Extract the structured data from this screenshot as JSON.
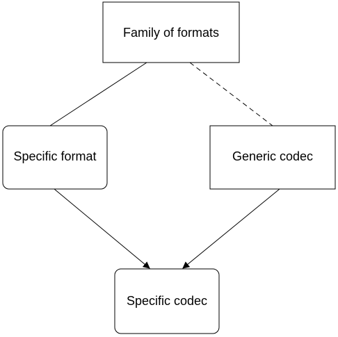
{
  "diagram": {
    "nodes": {
      "family_of_formats": "Family of formats",
      "specific_format": "Specific format",
      "generic_codec": "Generic codec",
      "specific_codec": "Specific codec"
    },
    "colors": {
      "stroke": "#000000",
      "fill": "#ffffff",
      "background": "#ffffff"
    }
  }
}
